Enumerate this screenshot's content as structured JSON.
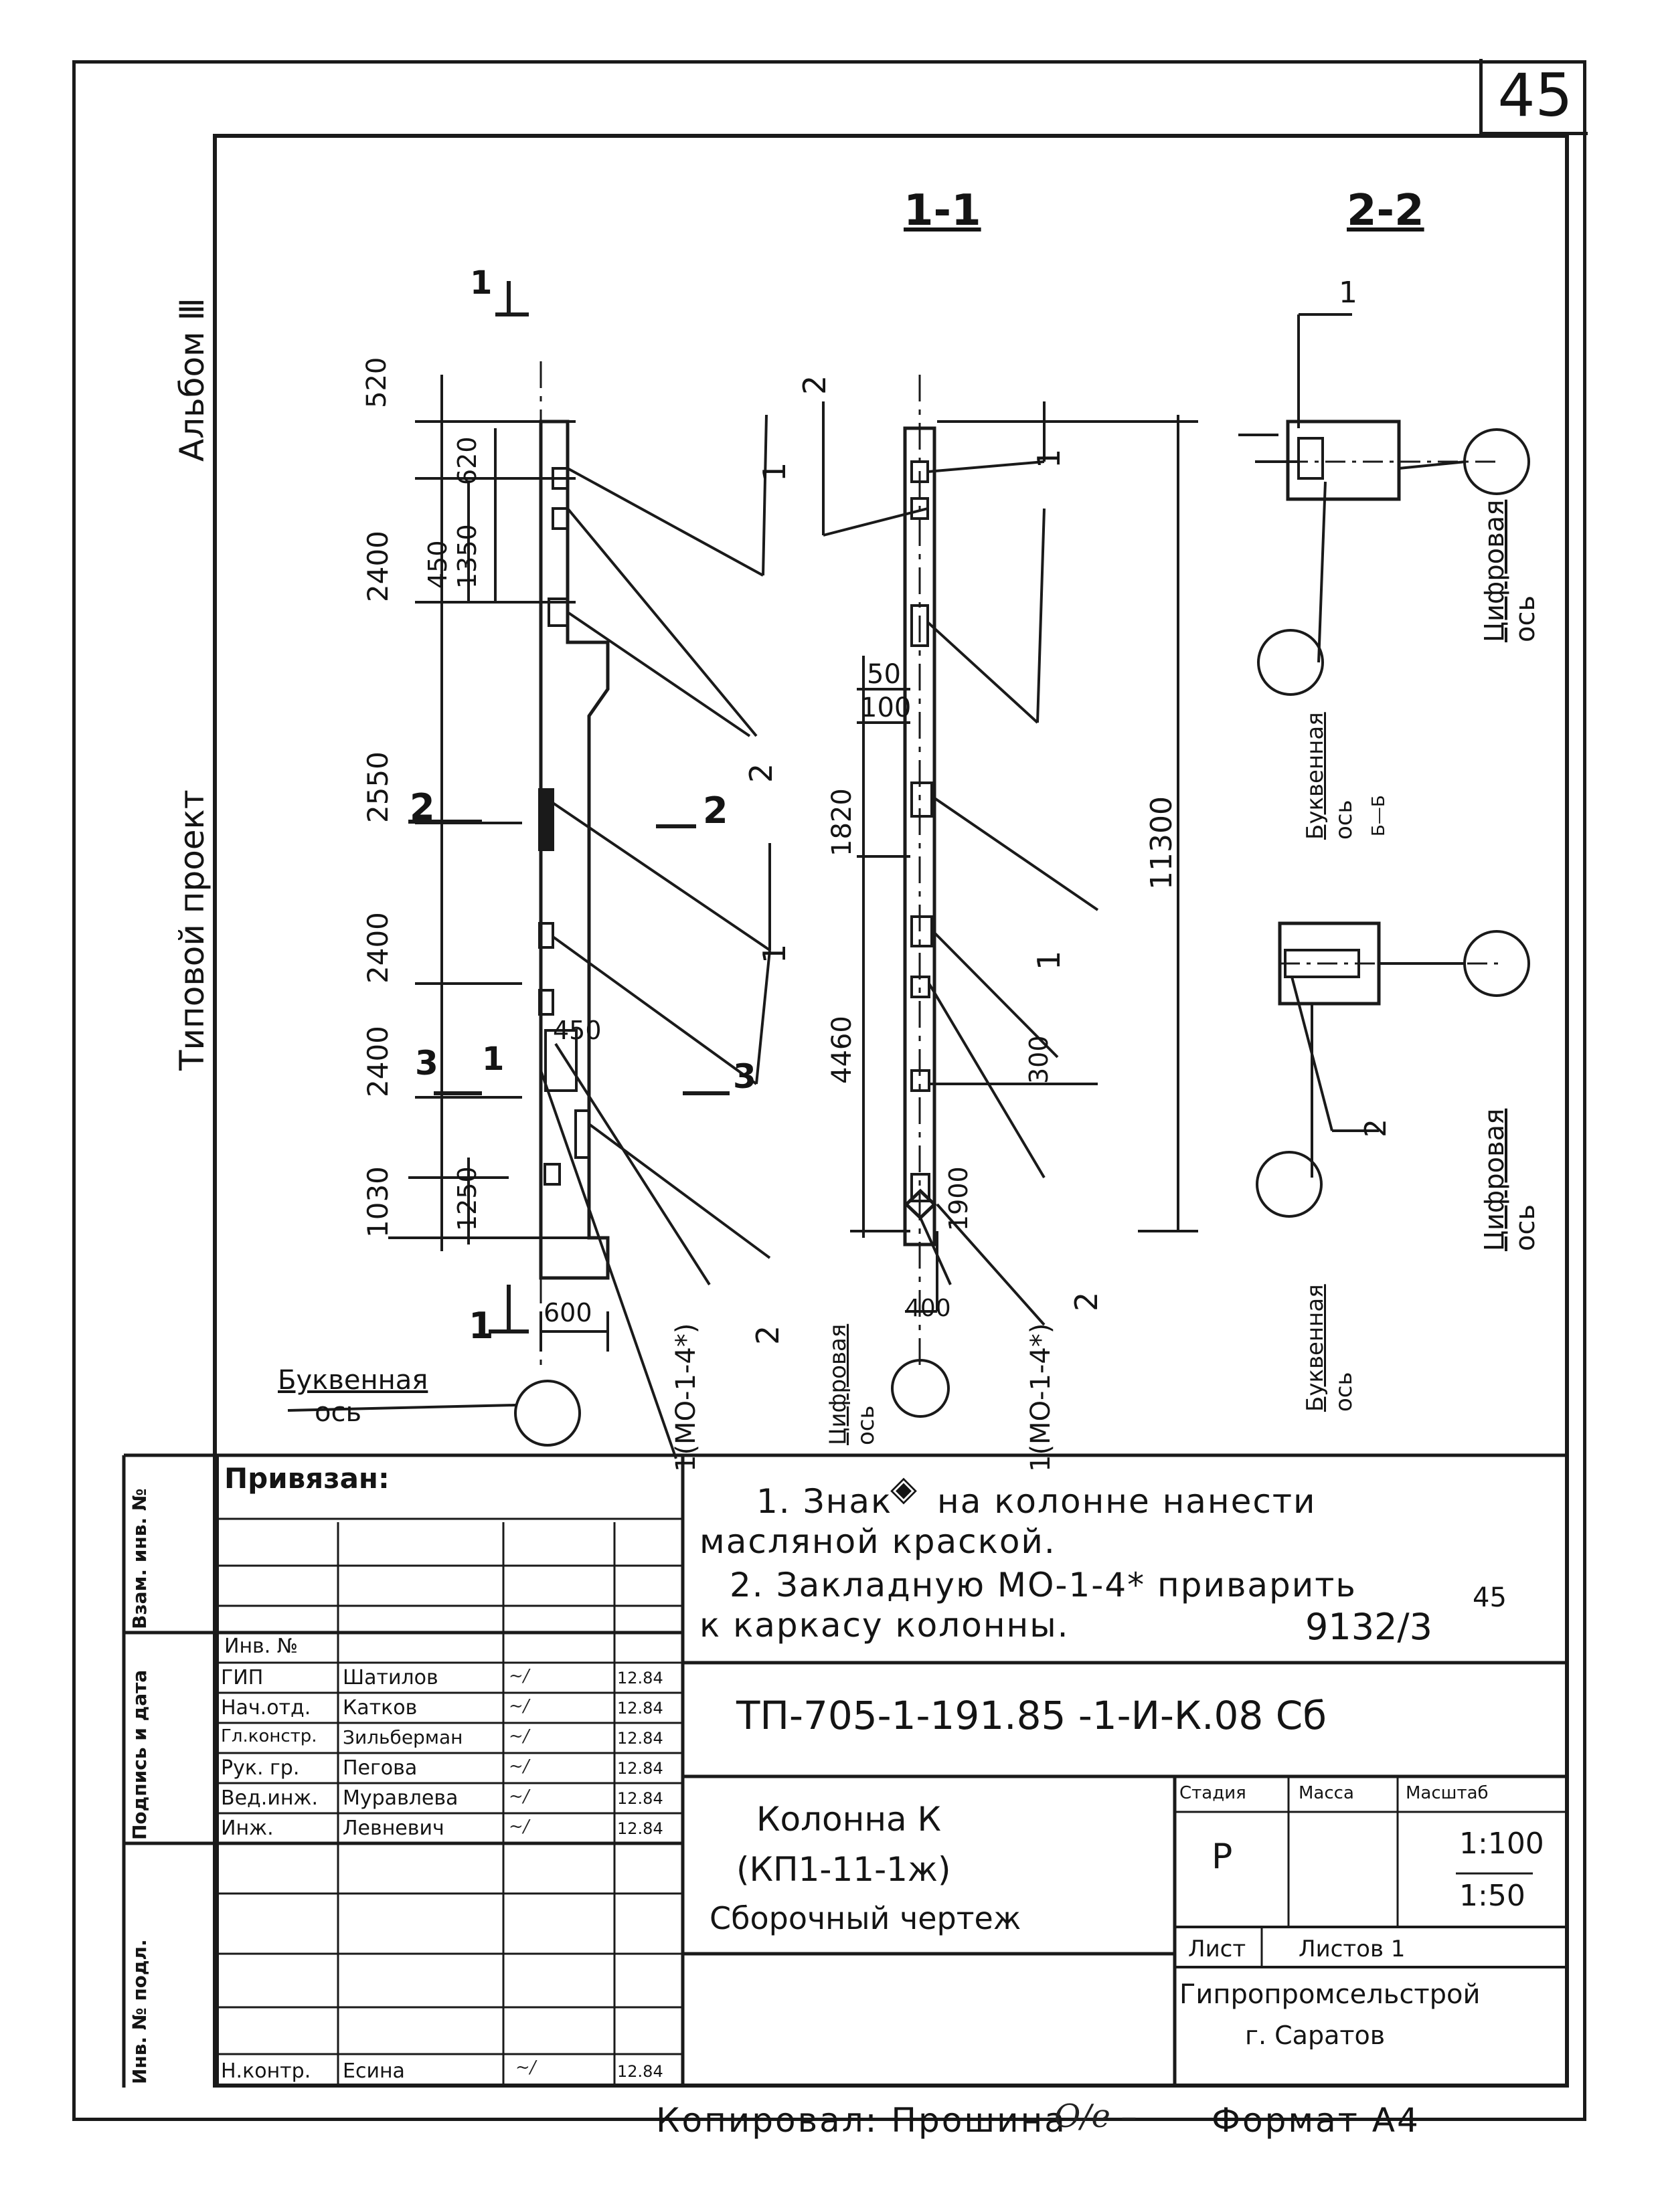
{
  "sheet_number": "45",
  "album": "Альбом Ⅲ",
  "project_type": "Типовой проект",
  "sections": {
    "s1": "1-1",
    "s2": "2-2"
  },
  "dims_elevation": [
    "520",
    "2400",
    "2550",
    "2400",
    "2400",
    "1030"
  ],
  "dims_inner": [
    "620",
    "450",
    "1350",
    "450",
    "1250"
  ],
  "dims_section": [
    "50",
    "100",
    "1820",
    "4460",
    "1900",
    "300",
    "11300",
    "400"
  ],
  "cut_marks": [
    "1",
    "1",
    "2",
    "2",
    "3",
    "3",
    "1"
  ],
  "leader_marks": {
    "a": "1",
    "b": "2",
    "c": "1",
    "d": "2",
    "e": "1",
    "f": "2",
    "g": "1",
    "h": "2",
    "i": "1",
    "j": "2"
  },
  "emb_label_1": "1(МО-1-4*)",
  "emb_label_2": "1(МО-1-4*)",
  "width_dim": "600",
  "axis": {
    "letter_1": "Буквенная",
    "letter_1b": "ось",
    "digit_1": "Цифровая",
    "digit_1b": "ось",
    "digit_2": "Цифровая",
    "digit_2b": "ось",
    "letter_2": "Буквенная",
    "letter_2b": "ось",
    "digit_3": "Цифровая",
    "digit_3b": "ось",
    "letter_3": "Буквенная",
    "letter_3b": "ось",
    "small": "Б—Б"
  },
  "notes": {
    "n1a": "1. Знак",
    "n1b": "на колонне нанести",
    "n1c": "масляной краской.",
    "n2a": "2. Закладную МО-1-4* приварить",
    "n2b": "к каркасу колонны.",
    "ref": "9132/3",
    "ref_side": "45"
  },
  "stamp": {
    "privyazan": "Привязан:",
    "inv_no": "Инв. №",
    "side_labels": [
      "Взам. инв. №",
      "Подпись и дата",
      "Инв. № подл."
    ],
    "doc_code": "ТП-705-1-191.85   -1-И-К.08 Сб",
    "title_1": "Колонна К",
    "title_2": "(КП1-11-1ж)",
    "title_3": "Сборочный чертеж",
    "col_stage": "Стадия",
    "col_mass": "Масса",
    "col_scale": "Масштаб",
    "stage": "Р",
    "scale_1": "1:100",
    "scale_2": "1:50",
    "list": "Лист",
    "lists": "Листов 1",
    "org_1": "Гипропромсельстрой",
    "org_2": "г. Саратов",
    "people": [
      {
        "role": "ГИП",
        "name": "Шатилов",
        "date": "12.84"
      },
      {
        "role": "Нач.отд.",
        "name": "Катков",
        "date": "12.84"
      },
      {
        "role": "Гл.констр.",
        "name": "Зильберман",
        "date": "12.84"
      },
      {
        "role": "Рук. гр.",
        "name": "Пегова",
        "date": "12.84"
      },
      {
        "role": "Вед.инж.",
        "name": "Муравлева",
        "date": "12.84"
      },
      {
        "role": "Инж.",
        "name": "Левневич",
        "date": "12.84"
      }
    ],
    "n_kontr": "Н.контр.",
    "n_kontr_name": "Есина",
    "n_kontr_date": "12.84"
  },
  "footer": {
    "copied": "Копировал: Прошина",
    "format": "Формат А4"
  }
}
